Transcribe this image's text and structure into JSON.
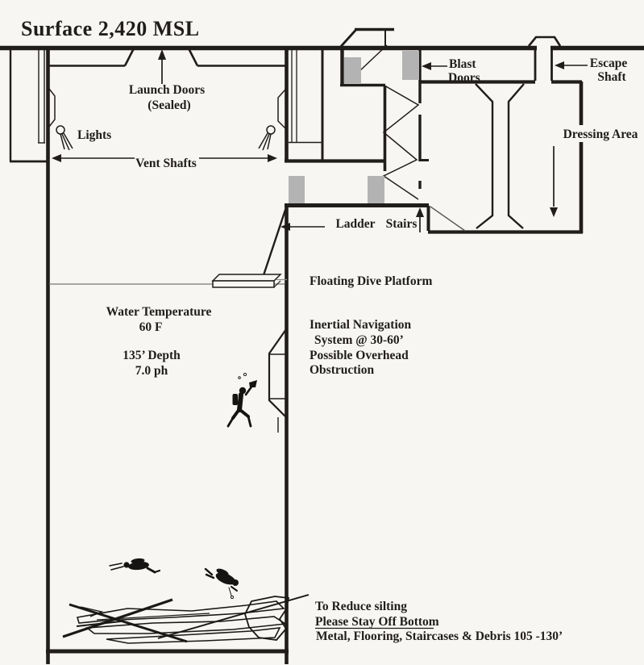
{
  "title": "Surface 2,420 MSL",
  "colors": {
    "ink": "#201d1a",
    "paper": "#f7f6f2",
    "blast_door_fill": "#b3b3b3",
    "water_line": "#777777"
  },
  "labels": {
    "launch_doors": "Launch Doors",
    "sealed": "(Sealed)",
    "lights": "Lights",
    "vent_shafts": "Vent Shafts",
    "blast_line1": "Blast",
    "blast_line2": "Doors",
    "escape_line1": "Escape",
    "escape_line2": "Shaft",
    "dressing_area": "Dressing Area",
    "ladder": "Ladder",
    "stairs": "Stairs",
    "floating_platform": "Floating Dive Platform",
    "water_line1": "Water Temperature",
    "water_line2": "60 F",
    "depth_line1": "135’ Depth",
    "depth_line2": "7.0 ph",
    "ins_line1": "Inertial Navigation",
    "ins_line2": "System @ 30-60’",
    "ins_line3": "Possible Overhead",
    "ins_line4": "Obstruction",
    "silt_line1": "To Reduce silting",
    "silt_line2": "Please Stay Off Bottom",
    "silt_line3": "Metal, Flooring, Staircases & Debris 105 -130’"
  }
}
